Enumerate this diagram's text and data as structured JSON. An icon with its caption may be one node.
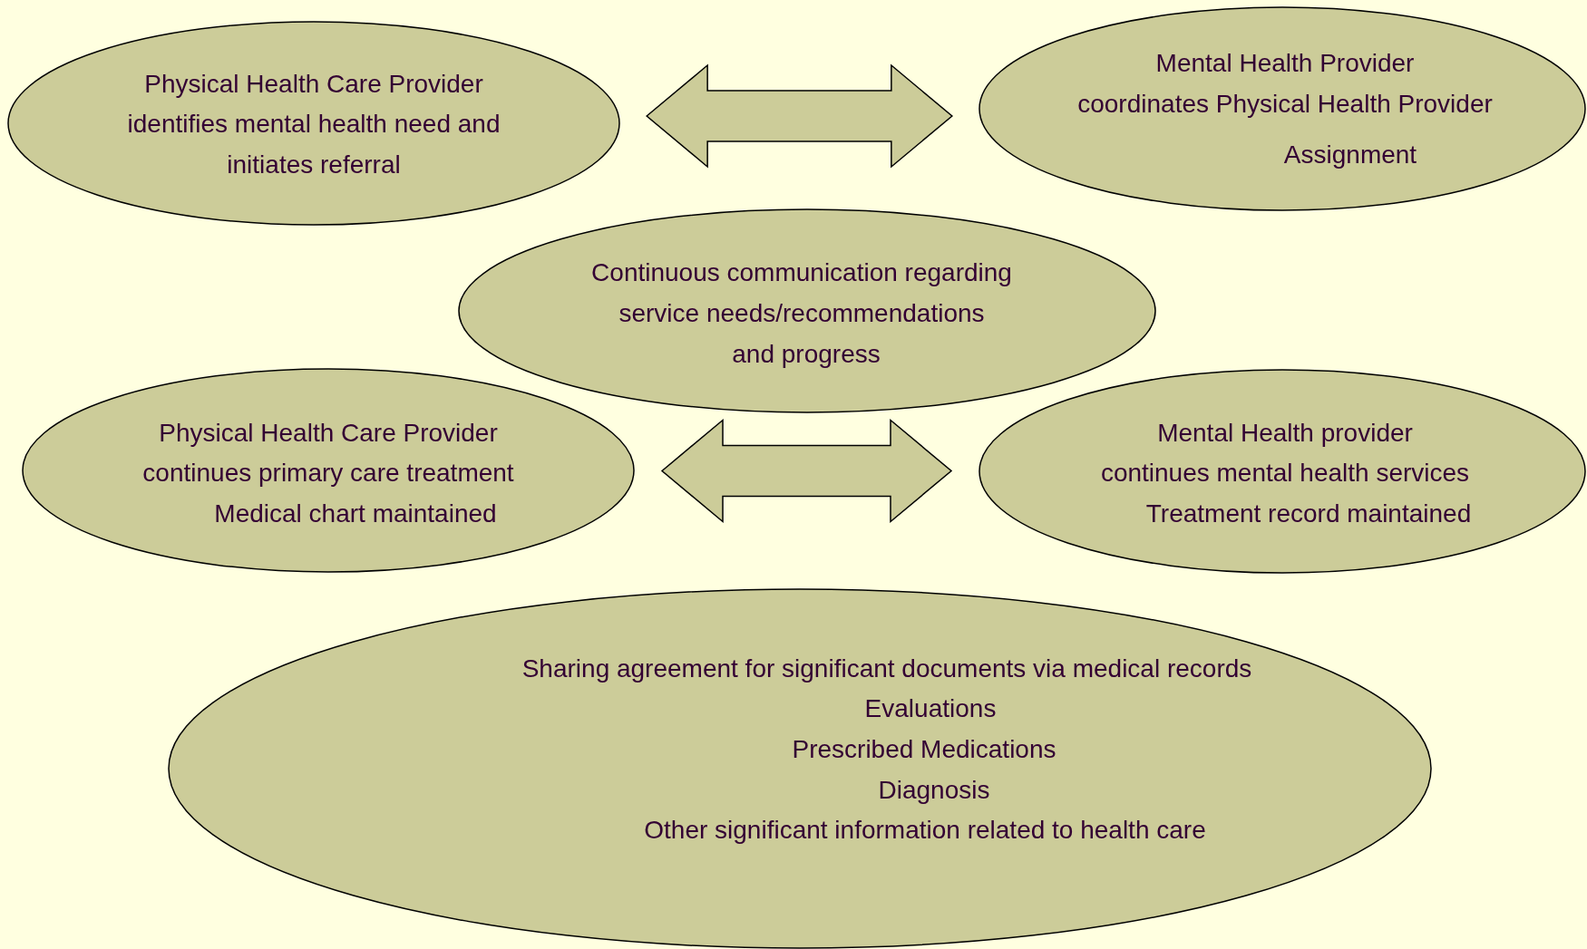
{
  "diagram": {
    "nodes": [
      {
        "text": [
          "Physical Health Care Provider",
          "identifies mental health need and",
          "initiates referral"
        ]
      },
      {
        "text": [
          "Mental Health Provider",
          "coordinates Physical Health Provider",
          "Assignment"
        ]
      },
      {
        "text": [
          "Continuous communication regarding",
          "service needs/recommendations",
          "and progress"
        ]
      },
      {
        "text": [
          "Physical Health Care Provider",
          "continues primary care treatment",
          "Medical chart maintained"
        ]
      },
      {
        "text": [
          "Mental Health provider",
          "continues mental health services",
          "Treatment record maintained"
        ]
      },
      {
        "text": [
          "Sharing agreement for significant documents via medical records",
          "Evaluations",
          "Prescribed Medications",
          "Diagnosis",
          "Other significant information related to health care"
        ]
      }
    ],
    "edges": [
      {
        "from": 0,
        "to": 1,
        "arrow": "both"
      },
      {
        "from": 3,
        "to": 4,
        "arrow": "both"
      }
    ]
  }
}
